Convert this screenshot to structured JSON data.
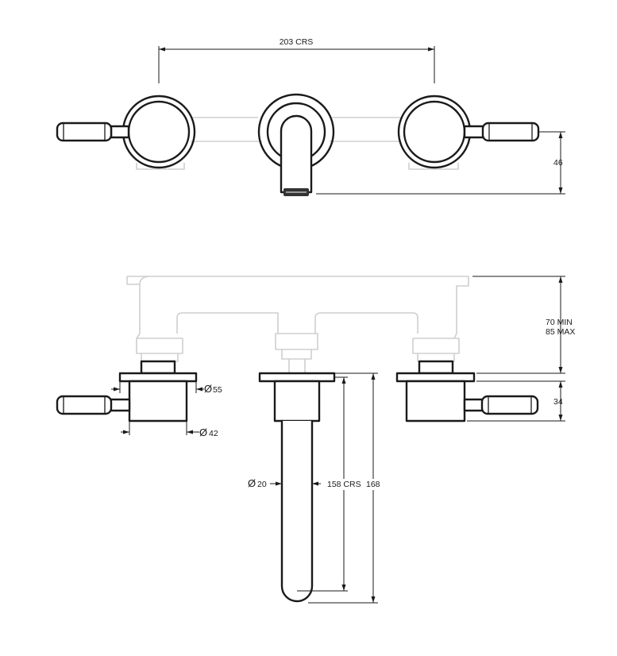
{
  "dimensions": {
    "crs_top": "203 CRS",
    "spout_height": "46",
    "min_projection": "70 MIN",
    "max_projection": "85 MAX",
    "body_height": "34",
    "flange_diameter": "55",
    "body_diameter": "42",
    "spout_diameter": "20",
    "spout_crs": "158 CRS",
    "spout_length": "168"
  },
  "symbols": {
    "diameter": "Ø"
  }
}
